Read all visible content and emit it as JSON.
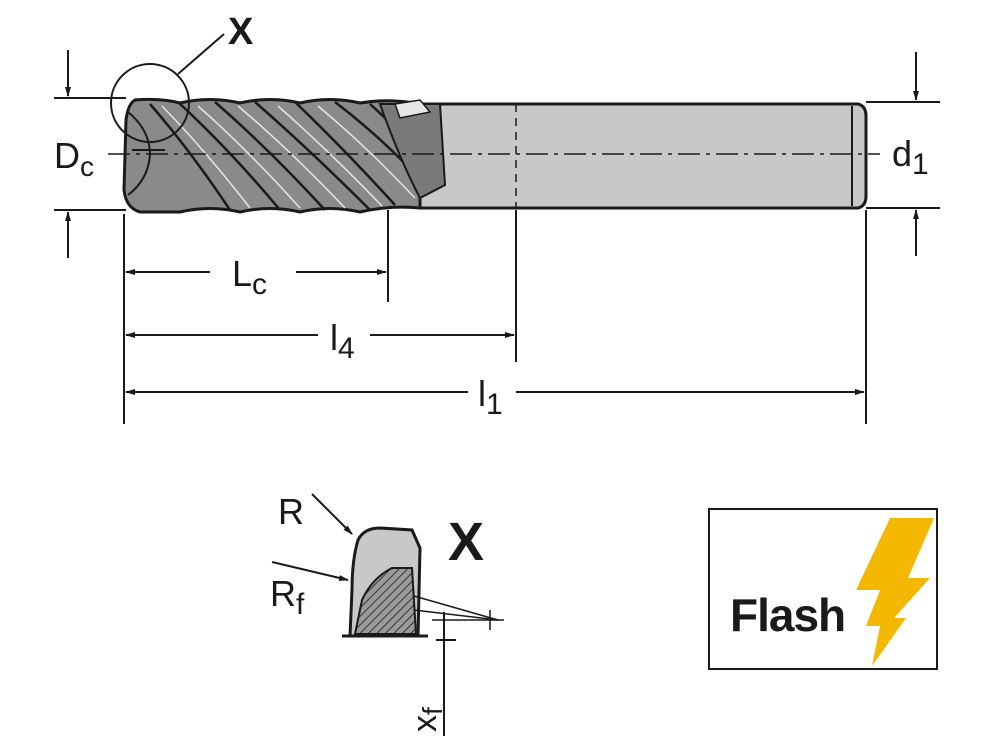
{
  "labels": {
    "detail_marker": "X",
    "cutting_diameter_main": "D",
    "cutting_diameter_sub": "c",
    "shank_diameter_main": "d",
    "shank_diameter_sub": "1",
    "cutting_length_main": "L",
    "cutting_length_sub": "c",
    "neck_length_main": "l",
    "neck_length_sub": "4",
    "overall_length_main": "l",
    "overall_length_sub": "1",
    "corner_radius": "R",
    "flute_radius_main": "R",
    "flute_radius_sub": "f",
    "detail_title": "X",
    "xf_main": "x",
    "xf_sub": "f"
  },
  "badge": {
    "text": "Flash",
    "bolt_color": "#f5b800"
  },
  "colors": {
    "line": "#1a1a1a",
    "shank_fill": "#c8c8c8",
    "flute_fill": "#8a8a8a"
  }
}
